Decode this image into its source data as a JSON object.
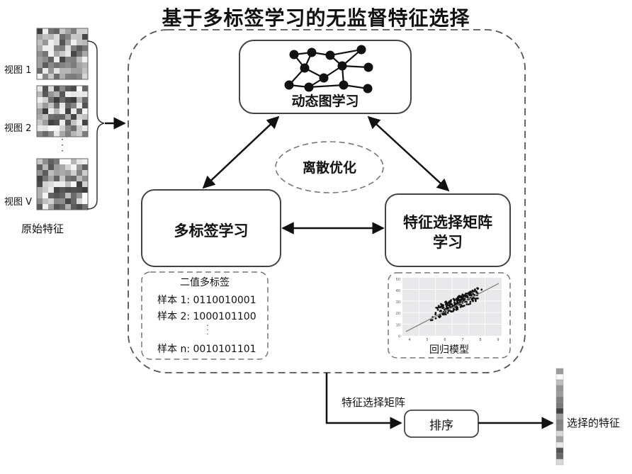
{
  "title": "基于多标签学习的无监督特征选择",
  "views": {
    "labels": [
      "视图 1",
      "视图 2",
      "视图 V"
    ],
    "dots": "·\n·\n·",
    "caption": "原始特征"
  },
  "nodes": {
    "dynamic_graph": "动态图学习",
    "discrete_opt": "离散优化",
    "multilabel": "多标签学习",
    "feature_matrix_line1": "特征选择矩阵",
    "feature_matrix_line2": "学习"
  },
  "binary_labels": {
    "title": "二值多标签",
    "rows": [
      "样本 1: 0110010001",
      "样本 2: 1000101100",
      "样本 n: 0010101101"
    ],
    "dots": "·\n·\n·"
  },
  "regression": {
    "caption": "回归模型",
    "y_ticks": [
      "50",
      "40",
      "30",
      "20",
      "10",
      "0"
    ],
    "x_ticks": [
      "4",
      "5",
      "6",
      "7",
      "8",
      "9"
    ]
  },
  "bottom": {
    "arrow_label": "特征选择矩阵",
    "sort": "排序",
    "selected": "选择的特征"
  }
}
